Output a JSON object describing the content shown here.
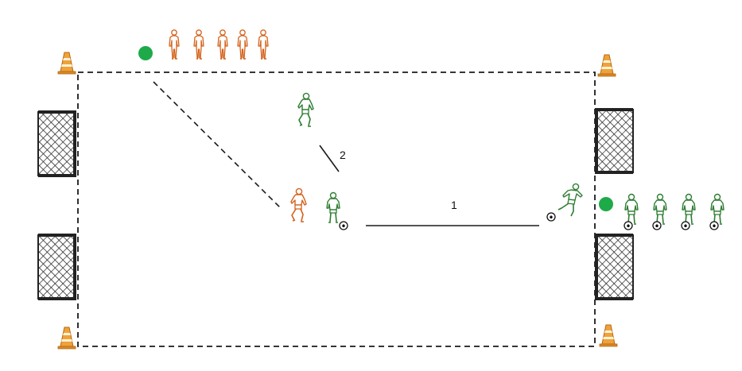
{
  "diagram": {
    "labels": {
      "pass_1": "1",
      "run_2": "2"
    },
    "colors": {
      "field_line": "#1a1a1a",
      "team_green": "#2e7d32",
      "team_orange": "#d4621b",
      "marker_green": "#1faa4a",
      "cone_orange": "#f0a23a",
      "net": "#222222"
    },
    "icons": {
      "cone": "cone-icon",
      "goal": "goal-icon",
      "marker": "marker-dot-icon",
      "player_standing": "player-standing-icon",
      "player_running": "player-running-icon",
      "player_with_ball": "player-dribbling-icon",
      "ball": "ball-icon"
    },
    "queues": {
      "orange_waiting_count": 5,
      "green_waiting_count": 4
    }
  }
}
